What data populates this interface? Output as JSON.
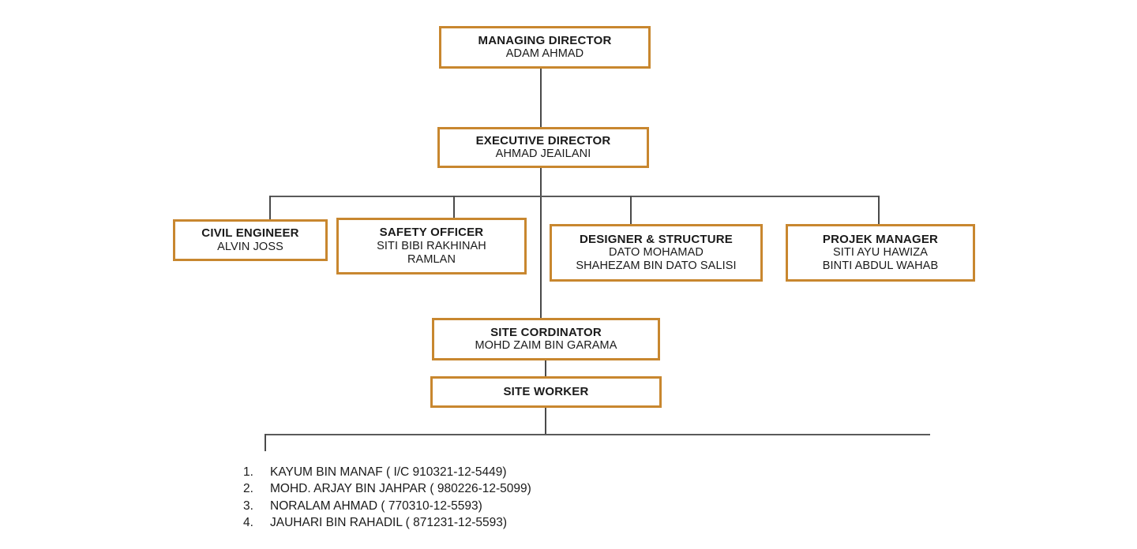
{
  "chart": {
    "type": "org-chart",
    "accent_border_color": "#c8872f",
    "connector_color": "#4a4a4a",
    "background_color": "#ffffff",
    "nodes": [
      {
        "id": "managing-director",
        "title": "MANAGING DIRECTOR",
        "person": "ADAM AHMAD",
        "person2": ""
      },
      {
        "id": "executive-director",
        "title": "EXECUTIVE DIRECTOR",
        "person": "AHMAD JEAILANI",
        "person2": ""
      },
      {
        "id": "civil-engineer",
        "title": "CIVIL ENGINEER",
        "person": "ALVIN JOSS",
        "person2": ""
      },
      {
        "id": "safety-officer",
        "title": "SAFETY OFFICER",
        "person": "SITI BIBI RAKHINAH",
        "person2": "RAMLAN"
      },
      {
        "id": "designer-structure",
        "title": "DESIGNER & STRUCTURE",
        "person": "DATO MOHAMAD",
        "person2": "SHAHEZAM BIN DATO SALISI"
      },
      {
        "id": "projek-manager",
        "title": "PROJEK MANAGER",
        "person": "SITI AYU HAWIZA",
        "person2": "BINTI ABDUL WAHAB"
      },
      {
        "id": "site-cordinator",
        "title": "SITE CORDINATOR",
        "person": "MOHD ZAIM BIN GARAMA",
        "person2": ""
      },
      {
        "id": "site-worker",
        "title": "SITE WORKER",
        "person": "",
        "person2": ""
      }
    ],
    "workers": [
      {
        "num": "1.",
        "text": "KAYUM BIN MANAF ( I/C 910321-12-5449)"
      },
      {
        "num": "2.",
        "text": "MOHD. ARJAY BIN JAHPAR ( 980226-12-5099)"
      },
      {
        "num": "3.",
        "text": "NORALAM AHMAD ( 770310-12-5593)"
      },
      {
        "num": "4.",
        "text": "JAUHARI BIN RAHADIL ( 871231-12-5593)"
      }
    ]
  }
}
